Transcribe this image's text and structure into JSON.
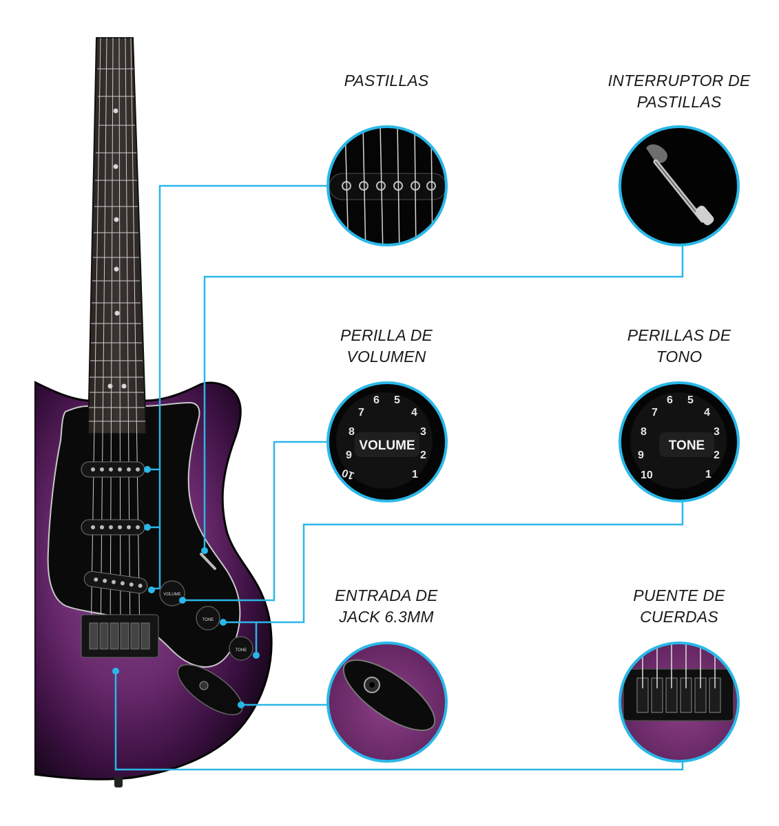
{
  "diagram": {
    "accent_color": "#2ab7e8",
    "guitar_body_color": "#6a2a6e",
    "pickguard_color": "#0a0a0a",
    "callouts": [
      {
        "id": "pastillas",
        "lines": [
          "PASTILLAS"
        ],
        "icon": "single-coil-pickup-icon"
      },
      {
        "id": "interruptor",
        "lines": [
          "INTERRUPTOR DE",
          "PASTILLAS"
        ],
        "icon": "pickup-selector-switch-icon"
      },
      {
        "id": "volumen",
        "lines": [
          "PERILLA DE",
          "VOLUMEN"
        ],
        "icon": "volume-knob-icon",
        "knob_text": "VOLUME"
      },
      {
        "id": "tono",
        "lines": [
          "PERILLAS DE",
          "TONO"
        ],
        "icon": "tone-knob-icon",
        "knob_text": "TONE"
      },
      {
        "id": "jack",
        "lines": [
          "ENTRADA DE",
          "JACK 6.3MM"
        ],
        "icon": "jack-input-icon"
      },
      {
        "id": "puente",
        "lines": [
          "PUENTE DE",
          "CUERDAS"
        ],
        "icon": "string-bridge-icon"
      }
    ]
  }
}
